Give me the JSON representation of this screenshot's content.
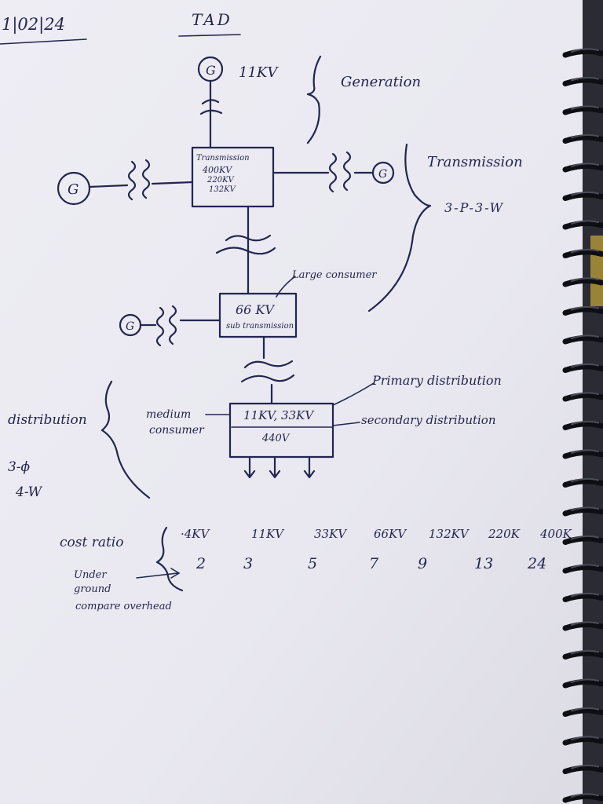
{
  "header": {
    "date": "1|02|24",
    "title": "TAD"
  },
  "generation": {
    "voltage": "11KV",
    "label": "Generation"
  },
  "transmission": {
    "box_title": "Transmission",
    "box_lines": [
      "400KV",
      "220KV",
      "132KV"
    ],
    "label": "Transmission",
    "system": "3-P-3-W"
  },
  "subtransmission": {
    "voltage": "66 KV",
    "caption": "sub transmission",
    "consumer_note": "Large consumer"
  },
  "distribution": {
    "label": "distribution",
    "system_line1": "3-ϕ",
    "system_line2": "4-W",
    "box_top": "11KV, 33KV",
    "box_bottom": "440V",
    "primary": "Primary distribution",
    "secondary": "secondary distribution",
    "medium_consumer_line1": "medium",
    "medium_consumer_line2": "consumer"
  },
  "cost": {
    "label": "cost ratio",
    "voltages": [
      "·4KV",
      "11KV",
      "33KV",
      "66KV",
      "132KV",
      "220K",
      "400K"
    ],
    "ratios": [
      "2",
      "3",
      "5",
      "7",
      "9",
      "13",
      "24"
    ],
    "note_line1": "Under",
    "note_line2": "ground",
    "note_line3": "compare overhead"
  },
  "generator_symbol": "G",
  "colors": {
    "ink": "#22264f",
    "paper": "#ecebf2",
    "binding": "#0e0f14"
  }
}
